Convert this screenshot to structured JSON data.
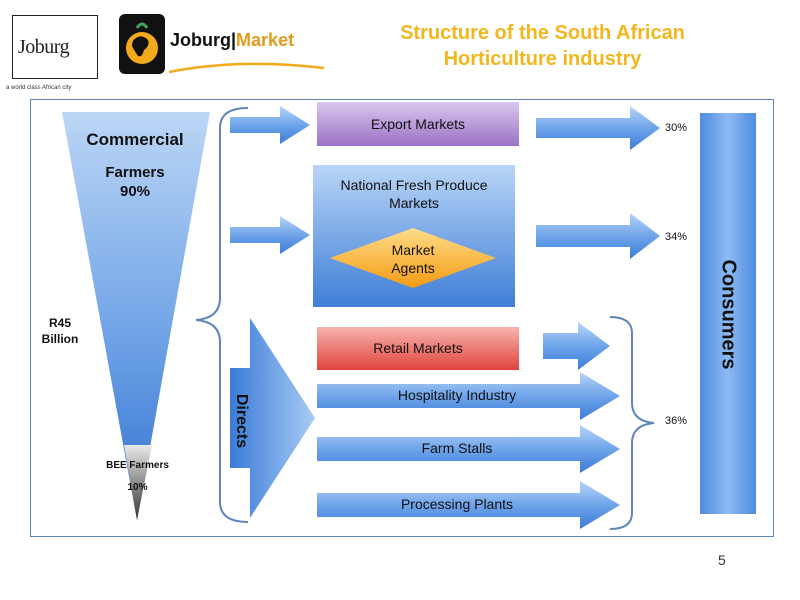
{
  "header": {
    "joburg_logo_text": "Joburg",
    "joburg_tagline": "a world class African city",
    "market_logo_left": "Joburg",
    "market_logo_right": "Market",
    "title_line1": "Structure of the South African",
    "title_line2": "Horticulture industry"
  },
  "funnel": {
    "commercial": "Commercial",
    "farmers": "Farmers",
    "farmers_pct": "90%",
    "value_line1": "R45",
    "value_line2": "Billion",
    "bee_farmers": "BEE Farmers",
    "bee_pct": "10%"
  },
  "channels": {
    "export_markets": "Export Markets",
    "national_line1": "National Fresh Produce",
    "national_line2": "Markets",
    "agents_line1": "Market",
    "agents_line2": "Agents",
    "retail_markets": "Retail Markets",
    "hospitality": "Hospitality Industry",
    "farm_stalls": "Farm Stalls",
    "processing": "Processing Plants",
    "directs": "Directs"
  },
  "shares": {
    "export": "30%",
    "national": "34%",
    "directs": "36%"
  },
  "consumers": "Consumers",
  "page_number": "5",
  "colors": {
    "title": "#f2b61f",
    "frame": "#5e86b8",
    "arrow_blue": "#4f8ee0",
    "export_purple": "#a57fc9",
    "retail_red": "#e8615a",
    "agents_orange": "#f6a623"
  }
}
